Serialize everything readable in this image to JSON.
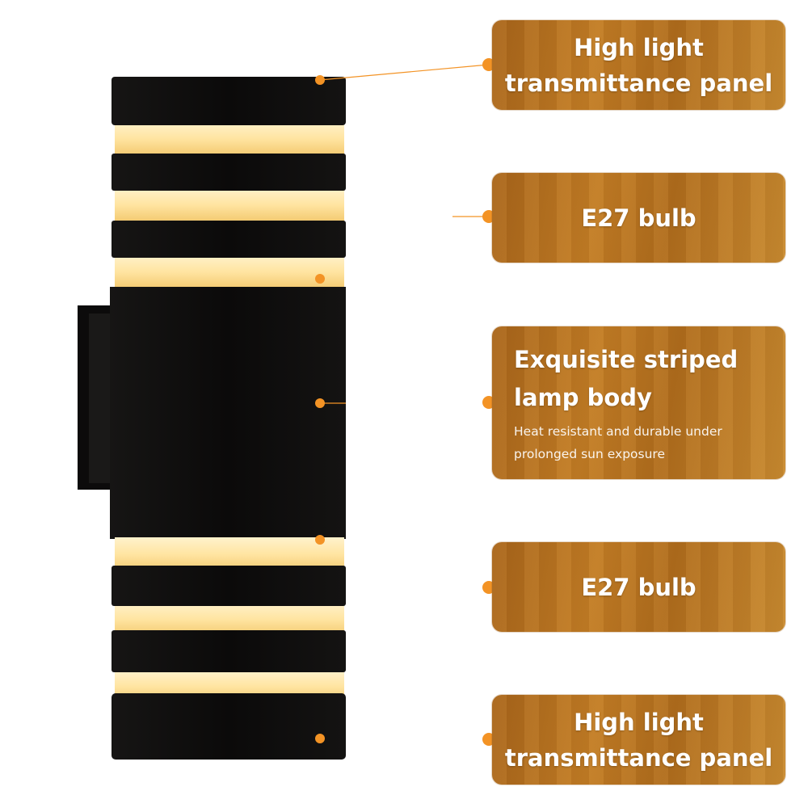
{
  "colors": {
    "accent": "#f39325",
    "panel": "#b8731f",
    "lamp_body": "#0d0c0c",
    "glow": "#ffe6a8"
  },
  "callouts": [
    {
      "title_line1": "High light",
      "title_line2": "transmittance panel"
    },
    {
      "title_line1": "E27 bulb"
    },
    {
      "title_line1": "Exquisite striped",
      "title_line2": "lamp body",
      "sub_line1": "Heat resistant and durable under",
      "sub_line2": "prolonged sun exposure"
    },
    {
      "title_line1": "E27 bulb"
    },
    {
      "title_line1": "High light",
      "title_line2": "transmittance panel"
    }
  ]
}
